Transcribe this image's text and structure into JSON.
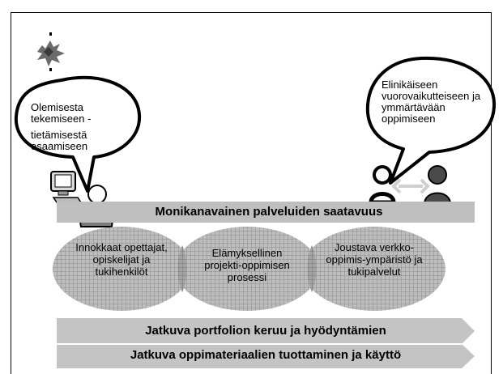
{
  "bubbles": {
    "left": {
      "line1": "Olemisesta tekemiseen -",
      "line2": "tietämisestä osaamiseen"
    },
    "right": {
      "text": "Elinikäiseen vuorovaikutteiseen ja ymmärtävään oppimiseen"
    }
  },
  "banner": {
    "label": "Monikanavainen palveluiden saatavuus"
  },
  "ovals": [
    {
      "text": "Innokkaat opettajat, opiskelijat ja tukihenkilöt"
    },
    {
      "text": "Elämyksellinen projekti-oppimisen prosessi"
    },
    {
      "text": "Joustava verkko-oppimis-ympäristö ja tukipalvelut"
    }
  ],
  "arrows": [
    {
      "label": "Jatkuva portfolion keruu ja hyödyntämien"
    },
    {
      "label": "Jatkuva oppimateriaalien tuottaminen ja käyttö"
    }
  ],
  "icons": [
    "logo-icon",
    "computer-user-icon",
    "two-people-exchange-icon"
  ]
}
